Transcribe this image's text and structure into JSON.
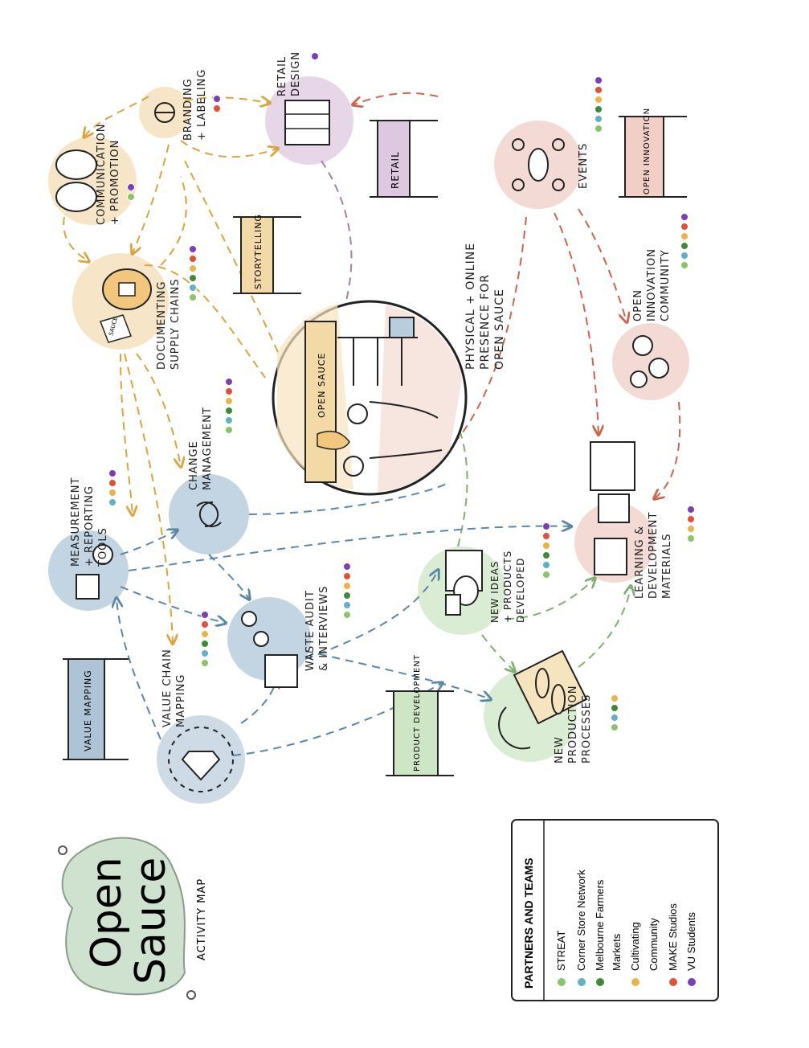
{
  "title": {
    "line1": "Open",
    "line2": "Sauce",
    "subtitle": "ACTIVITY MAP"
  },
  "colors": {
    "yellow": "#f2d9a6",
    "blue": "#aec4d6",
    "green": "#cfe6c6",
    "pink": "#f1cfc6",
    "purple": "#dcc9df",
    "arrow_yellow": "#d9a441",
    "arrow_blue": "#5b87a6",
    "arrow_green": "#7fb06f",
    "arrow_orange": "#c8674a",
    "arrow_purple": "#a67ea6"
  },
  "legend": {
    "title": "PARTNERS AND TEAMS",
    "items": [
      {
        "label": "STREAT",
        "color": "#8cc36b"
      },
      {
        "label": "Corner Store Network",
        "color": "#5fb0c9"
      },
      {
        "label": "Melbourne Farmers",
        "color": "#3f8a3a"
      },
      {
        "label": "Markets",
        "color": null
      },
      {
        "label": "Cultivating",
        "color": "#e9b44c"
      },
      {
        "label": "Community",
        "color": null
      },
      {
        "label": "MAKE Studios",
        "color": "#e0503a"
      },
      {
        "label": "VU Students",
        "color": "#7a3fb8"
      }
    ]
  },
  "nodes": {
    "communication": [
      "COMMUNICATION",
      "+ PROMOTION"
    ],
    "branding": [
      "BRANDING",
      "+ LABELING"
    ],
    "retail_design": [
      "RETAIL",
      "DESIGN"
    ],
    "documenting": [
      "DOCUMENTING",
      "SUPPLY CHAINS"
    ],
    "events": [
      "EVENTS"
    ],
    "open_innovation_community": [
      "OPEN",
      "INNOVATION",
      "COMMUNITY"
    ],
    "physical_online": [
      "PHYSICAL + ONLINE",
      "PRESENCE FOR",
      "OPEN SAUCE"
    ],
    "measurement": [
      "MEASUREMENT",
      "+ REPORTING",
      "TOOLS"
    ],
    "change_management": [
      "CHANGE",
      "MANAGEMENT"
    ],
    "learning": [
      "LEARNING &",
      "DEVELOPMENT",
      "MATERIALS"
    ],
    "new_ideas": [
      "NEW IDEAS",
      "+ PRODUCTS",
      "DEVELOPED"
    ],
    "waste_audit": [
      "WASTE AUDIT",
      "& INTERVIEWS"
    ],
    "value_chain": [
      "VALUE CHAIN",
      "MAPPING"
    ],
    "new_production": [
      "NEW",
      "PRODUCTION",
      "PROCESSES"
    ]
  },
  "banners": {
    "retail": "RETAIL",
    "open_innovation": "OPEN INNOVATION",
    "storytelling": "STORYTELLING",
    "value_mapping": "VALUE MAPPING",
    "product_development": "PRODUCT DEVELOPMENT"
  },
  "illustrations": {
    "shop_sign": "OPEN SAUCE",
    "tag": "SAUCE"
  }
}
